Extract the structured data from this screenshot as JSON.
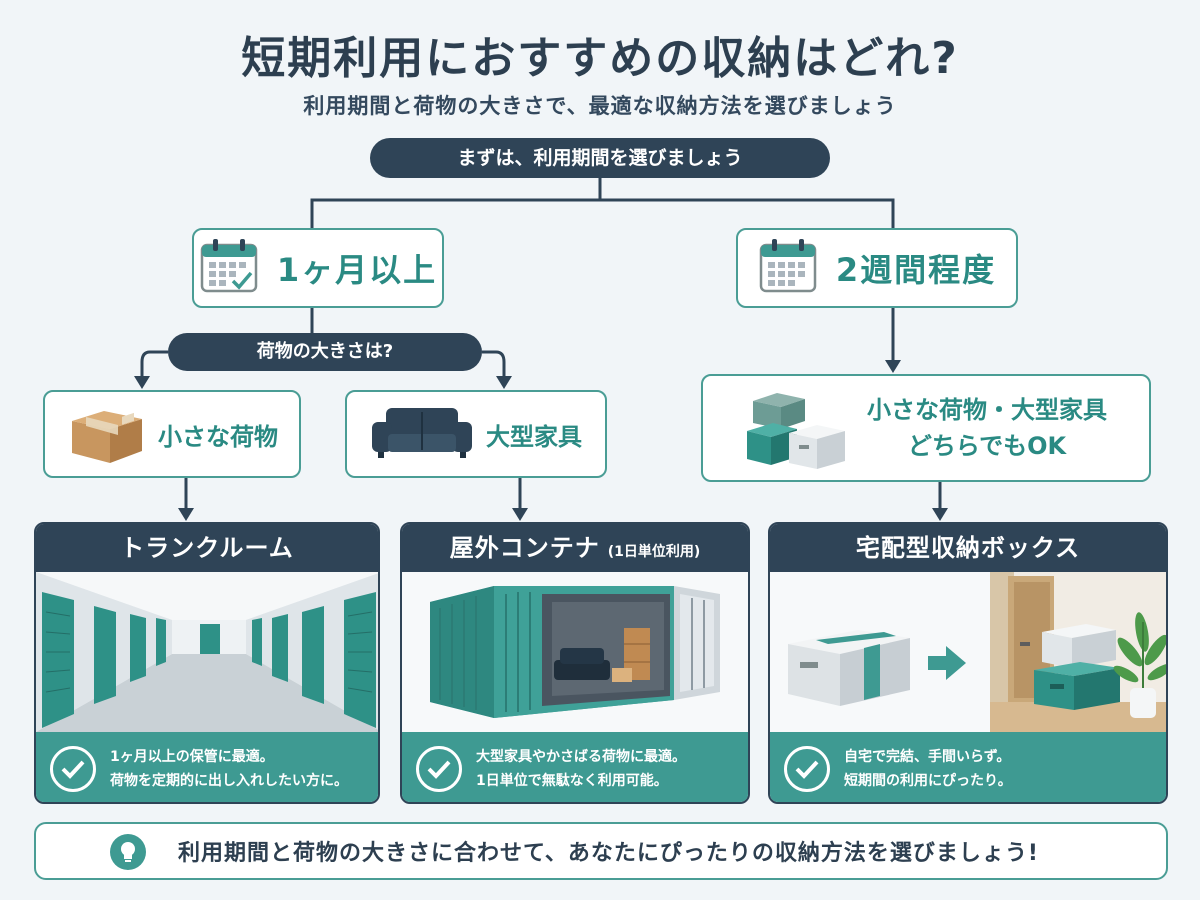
{
  "title": "短期利用におすすめの収納はどれ?",
  "subtitle": "利用期間と荷物の大きさで、最適な収納方法を選びましょう",
  "start_question": "まずは、利用期間を選びましょう",
  "period_options": {
    "long": "1ヶ月以上",
    "short": "2週間程度"
  },
  "size_question": "荷物の大きさは?",
  "size_options": {
    "small": "小さな荷物",
    "large": "大型家具",
    "both_line1": "小さな荷物・大型家具",
    "both_line2": "どちらでもOK"
  },
  "solutions": {
    "trunk": {
      "title": "トランクルーム",
      "desc_line1": "1ヶ月以上の保管に最適。",
      "desc_line2": "荷物を定期的に出し入れしたい方に。"
    },
    "container": {
      "title": "屋外コンテナ",
      "note": "(1日単位利用)",
      "desc_line1": "大型家具やかさばる荷物に最適。",
      "desc_line2": "1日単位で無駄なく利用可能。"
    },
    "delivery": {
      "title": "宅配型収納ボックス",
      "desc_line1": "自宅で完結、手間いらず。",
      "desc_line2": "短期間の利用にぴったり。"
    }
  },
  "tip": "利用期間と荷物の大きさに合わせて、あなたにぴったりの収納方法を選びましょう!",
  "colors": {
    "navy": "#2f4457",
    "teal": "#3e9a92",
    "teal_text": "#2a8a83",
    "background": "#f1f5f8"
  },
  "icons": [
    "calendar-check-icon",
    "calendar-icon",
    "cardboard-box-icon",
    "sofa-icon",
    "stacked-boxes-icon",
    "check-circle-icon",
    "lightbulb-icon",
    "arrow-right-icon"
  ]
}
